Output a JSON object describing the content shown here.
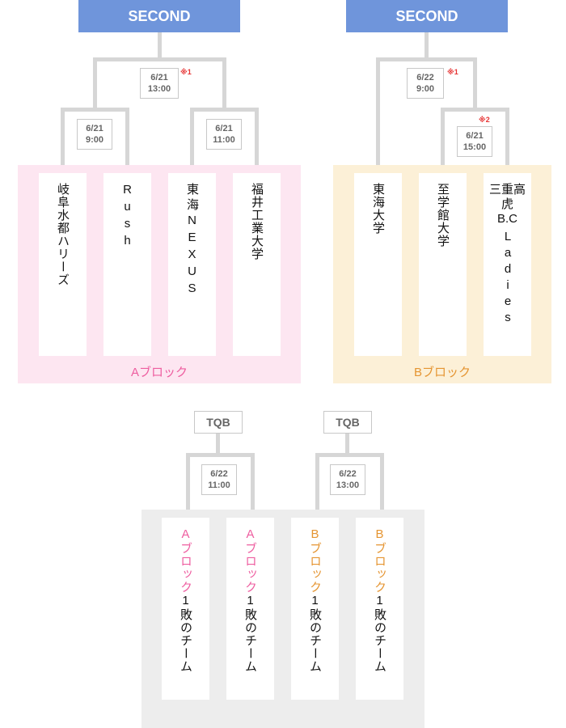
{
  "left_bracket": {
    "header": "SECOND",
    "final": {
      "date": "6/21",
      "time": "13:00",
      "note": "※1"
    },
    "match1": {
      "date": "6/21",
      "time": "9:00"
    },
    "match2": {
      "date": "6/21",
      "time": "11:00"
    },
    "teams": [
      "岐阜水都ハリーズ",
      "Rush",
      "東海NEXUS",
      "福井工業大学"
    ],
    "block_label": "Aブロック"
  },
  "right_bracket": {
    "header": "SECOND",
    "final": {
      "date": "6/22",
      "time": "9:00",
      "note": "※1"
    },
    "semi": {
      "date": "6/21",
      "time": "15:00",
      "note": "※2"
    },
    "teams": [
      "東海大学",
      "至学館大学",
      "三重高虎B.C Ladies"
    ],
    "team3_lines": [
      "三重高虎",
      "B.C",
      "Ladies"
    ],
    "block_label": "Bブロック"
  },
  "tqb": {
    "left": {
      "label": "TQB",
      "date": "6/22",
      "time": "11:00"
    },
    "right": {
      "label": "TQB",
      "date": "6/22",
      "time": "13:00"
    },
    "teams": [
      {
        "block": "Aブロック",
        "rest": "1敗のチーム"
      },
      {
        "block": "Aブロック",
        "rest": "1敗のチーム"
      },
      {
        "block": "Bブロック",
        "rest": "1敗のチーム"
      },
      {
        "block": "Bブロック",
        "rest": "1敗のチーム"
      }
    ]
  },
  "colors": {
    "header": "#6f95db",
    "block_a": "#fde6f1",
    "block_b": "#fcf0d7",
    "pink": "#ee5ea0",
    "orange": "#e59532",
    "note": "#e63333"
  }
}
